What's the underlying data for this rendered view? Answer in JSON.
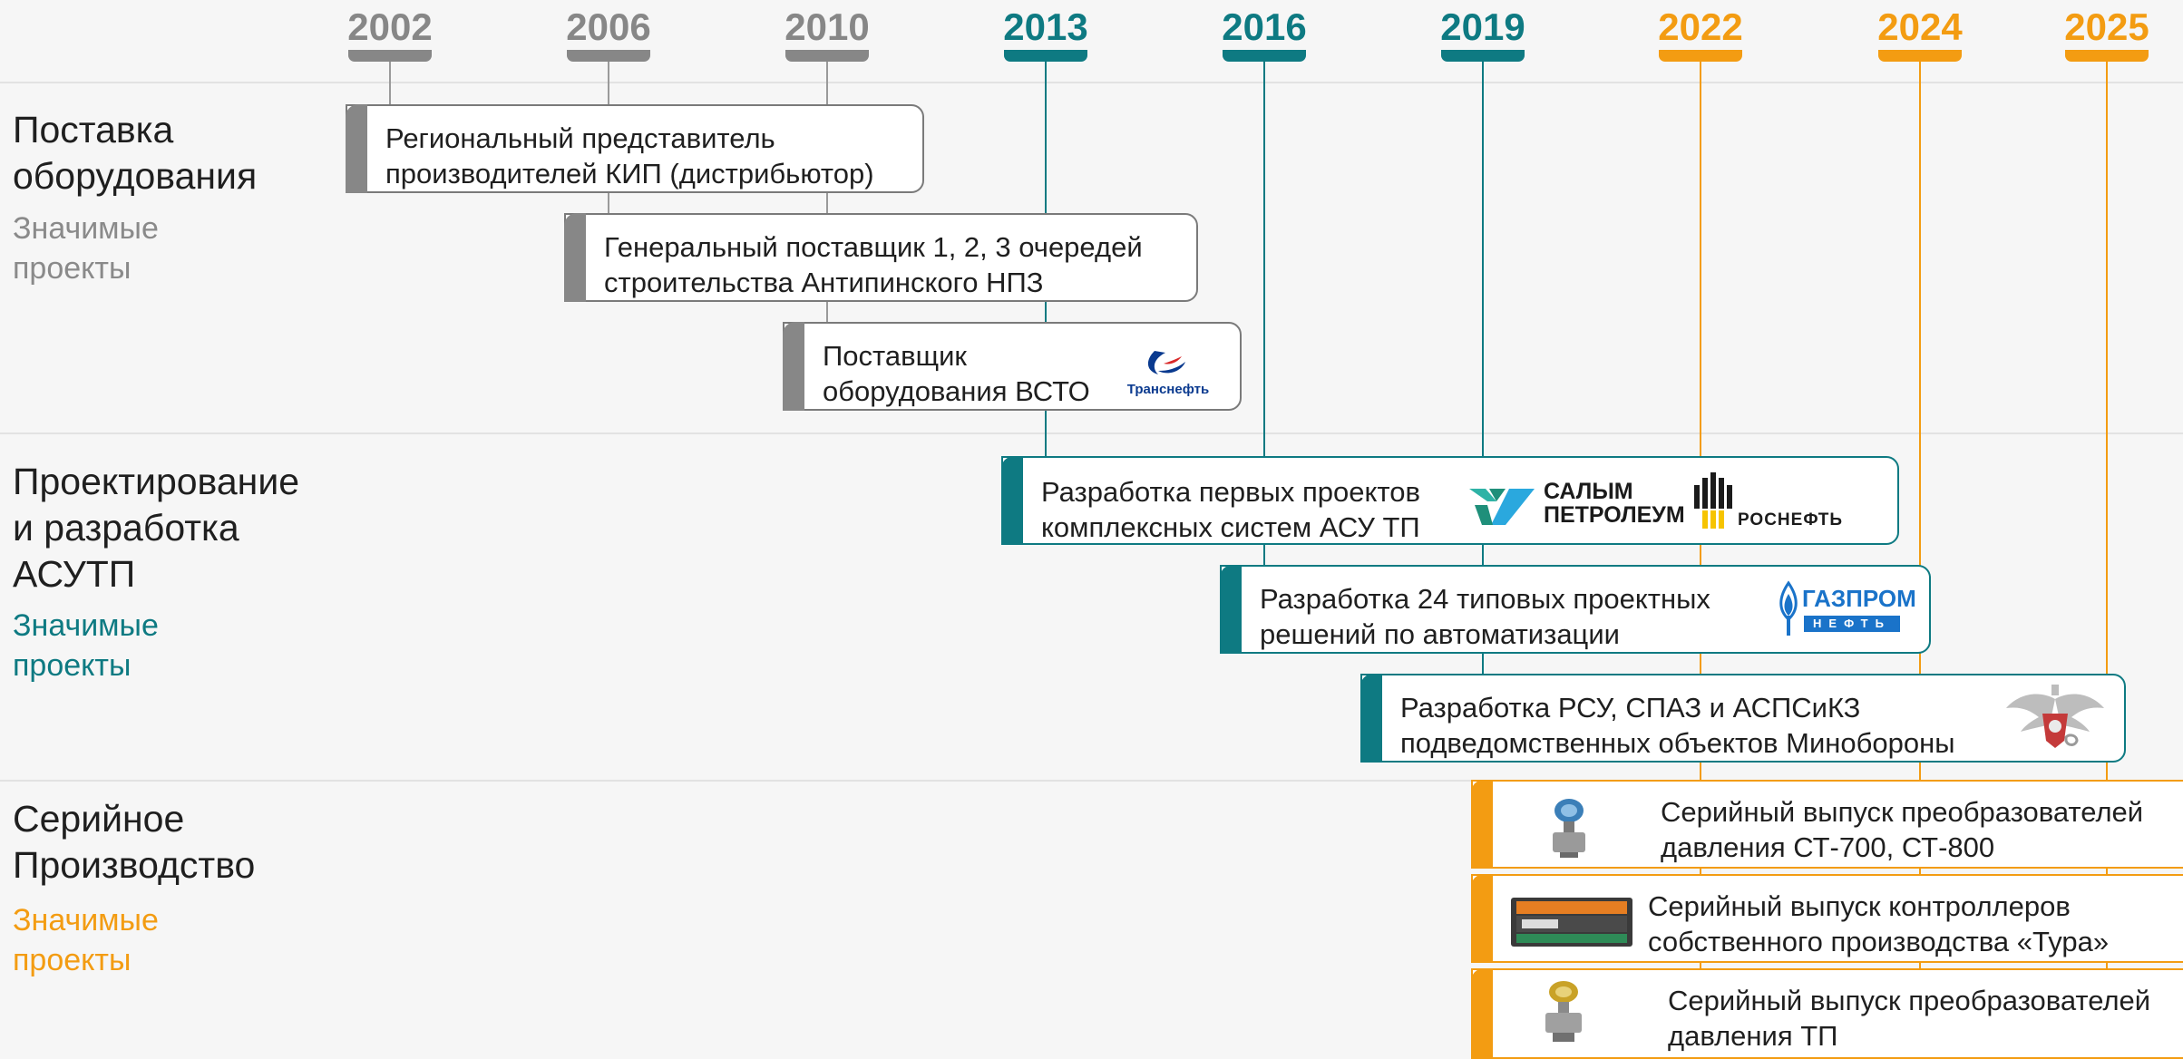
{
  "years": [
    {
      "label": "2002",
      "color": "#878787"
    },
    {
      "label": "2006",
      "color": "#878787"
    },
    {
      "label": "2010",
      "color": "#878787"
    },
    {
      "label": "2013",
      "color": "#0e7a82"
    },
    {
      "label": "2016",
      "color": "#0e7a82"
    },
    {
      "label": "2019",
      "color": "#0e7a82"
    },
    {
      "label": "2022",
      "color": "#f39c12"
    },
    {
      "label": "2024",
      "color": "#f39c12"
    },
    {
      "label": "2025",
      "color": "#f39c12"
    }
  ],
  "sections": {
    "supply": {
      "title": [
        "Поставка",
        "оборудования"
      ],
      "subtitle": [
        "Значимые",
        "проекты"
      ],
      "color": "#8a8a8a"
    },
    "design": {
      "title": [
        "Проектирование",
        "и разработка",
        "АСУТП"
      ],
      "subtitle": [
        "Значимые",
        "проекты"
      ],
      "color": "#0e7a82"
    },
    "production": {
      "title": [
        "Серийное",
        "Производство"
      ],
      "subtitle": [
        "Значимые",
        "проекты"
      ],
      "color": "#f39c12"
    }
  },
  "cards": {
    "regional": [
      "Региональный представитель",
      "производителей КИП (дистрибьютор)"
    ],
    "general": [
      "Генеральный поставщик 1, 2, 3 очередей",
      "строительства Антипинского НПЗ"
    ],
    "vsto": [
      "Поставщик",
      "оборудования ВСТО"
    ],
    "first_projects": [
      "Разработка первых проектов",
      "комплексных систем АСУ ТП"
    ],
    "typical": [
      "Разработка 24 типовых проектных",
      "решений по автоматизации"
    ],
    "rsu": [
      "Разработка РСУ, СПАЗ и АСПСиКЗ",
      "подведомственных объектов Минобороны"
    ],
    "ct700": [
      "Серийный выпуск преобразователей",
      "давления СТ-700, СТ-800"
    ],
    "tura": [
      "Серийный выпуск контроллеров",
      "собственного производства «Тура»"
    ],
    "tp": [
      "Серийный выпуск преобразователей",
      "давления ТП"
    ]
  },
  "logos": {
    "transneft": "Транснефть",
    "salym": [
      "САЛЫМ",
      "ПЕТРОЛЕУМ"
    ],
    "rosneft": "РОСНЕФТЬ",
    "gazprom": [
      "ГАЗПРОМ",
      "НЕФТЬ"
    ]
  },
  "colors": {
    "grey": "#878787",
    "teal": "#0e7a82",
    "orange": "#f39c12",
    "card_border": "#7a7a7a"
  }
}
